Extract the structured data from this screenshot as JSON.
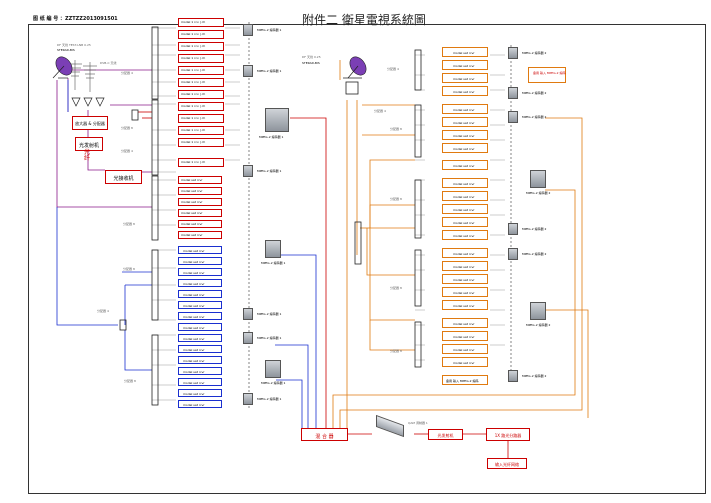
{
  "header": {
    "left_label": "图 纸 编 号 ：ZZTZZ2013091501",
    "title": "附件二 衛星電視系統圖"
  },
  "left_sat": {
    "note1": "DF 天线 TEST-LNB 0.25",
    "note2": "STERAD-BIS"
  },
  "right_sat": {
    "note1": "STERAD-BIS",
    "note2": "DF 天线 0.25"
  },
  "yagi_note": "DVB-C 天线",
  "left_chain": {
    "amp_label": "放大器 & 分配器",
    "tx_label": "光发射机",
    "fiber_label": "光纤",
    "rx_label": "光接收机"
  },
  "receiver_top_text": "model 1 rcv | ch",
  "receiver_text": "model  sat rcvr",
  "receiver_blue_text": "model  sat rcvr",
  "receiver_orange_text": "model  sat rcvr",
  "small_labels": {
    "splitter": "分配器 4",
    "splitter8": "分配器 8",
    "side_amp": "放大器"
  },
  "racks": {
    "left_label": "MPEG-2 编码器 1",
    "right_label": "MPEG-2 编码器 2",
    "extra_label": "备用 输入 MPEG-2 编码"
  },
  "bottom_chain": {
    "combiner": "混 合 器",
    "modem_note": "QAM 调制器 1",
    "tx": "光发射机",
    "splitter": "1X 路光分路器",
    "output": "输入光纤网络"
  }
}
